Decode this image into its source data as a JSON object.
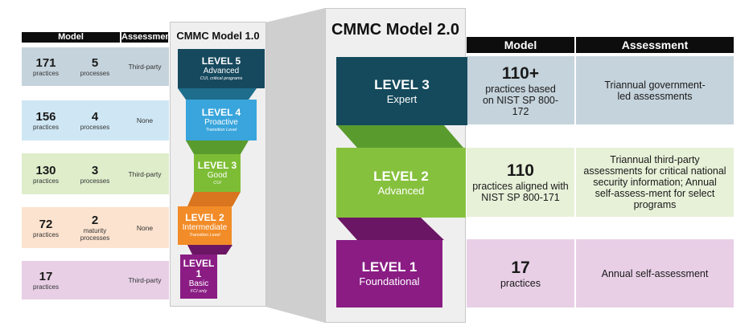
{
  "left_table": {
    "headers": {
      "model": "Model",
      "assessment": "Assessment"
    },
    "rows": [
      {
        "practices": "171",
        "practices_unit": "practices",
        "processes": "5",
        "processes_unit": "processes",
        "assessment": "Third-party",
        "color": "#c5d3dc"
      },
      {
        "practices": "156",
        "practices_unit": "practices",
        "processes": "4",
        "processes_unit": "processes",
        "assessment": "None",
        "color": "#cfe7f4"
      },
      {
        "practices": "130",
        "practices_unit": "practices",
        "processes": "3",
        "processes_unit": "processes",
        "assessment": "Third-party",
        "color": "#dfedcb"
      },
      {
        "practices": "72",
        "practices_unit": "practices",
        "processes": "2",
        "processes_unit": "maturity processes",
        "assessment": "None",
        "color": "#fce3cf"
      },
      {
        "practices": "17",
        "practices_unit": "practices",
        "processes": "",
        "processes_unit": "",
        "assessment": "Third-party",
        "color": "#e8cfe6"
      }
    ]
  },
  "model1": {
    "title": "CMMC Model 1.0",
    "levels": [
      {
        "name": "LEVEL 5",
        "desc": "Advanced",
        "tag": "CUI, critical programs",
        "color": "#17495e"
      },
      {
        "name": "LEVEL 4",
        "desc": "Proactive",
        "tag": "Transition Level",
        "color": "#39a5dc"
      },
      {
        "name": "LEVEL 3",
        "desc": "Good",
        "tag": "CUI",
        "color": "#7dbd35"
      },
      {
        "name": "LEVEL 2",
        "desc": "Intermediate",
        "tag": "Transition Level",
        "color": "#f28c28"
      },
      {
        "name": "LEVEL 1",
        "desc": "Basic",
        "tag": "FCI only",
        "color": "#8a1c84"
      }
    ]
  },
  "model2": {
    "title": "CMMC Model 2.0",
    "headers": {
      "model": "Model",
      "assessment": "Assessment"
    },
    "levels": [
      {
        "name": "LEVEL 3",
        "desc": "Expert",
        "color": "#154a5c",
        "row_color": "#c5d3dc",
        "model_big": "110+",
        "model_small": "practices based on NIST SP 800-172",
        "assessment": "Triannual government-led assessments"
      },
      {
        "name": "LEVEL 2",
        "desc": "Advanced",
        "color": "#86c13e",
        "row_color": "#e7f1d8",
        "model_big": "110",
        "model_small": "practices aligned with NIST SP 800-171",
        "assessment": "Triannual third-party assessments for critical national security information; Annual self-assess-ment for select programs"
      },
      {
        "name": "LEVEL 1",
        "desc": "Foundational",
        "color": "#8a1c84",
        "row_color": "#e8cfe6",
        "model_big": "17",
        "model_small": "practices",
        "assessment": "Annual self-assessment"
      }
    ]
  }
}
